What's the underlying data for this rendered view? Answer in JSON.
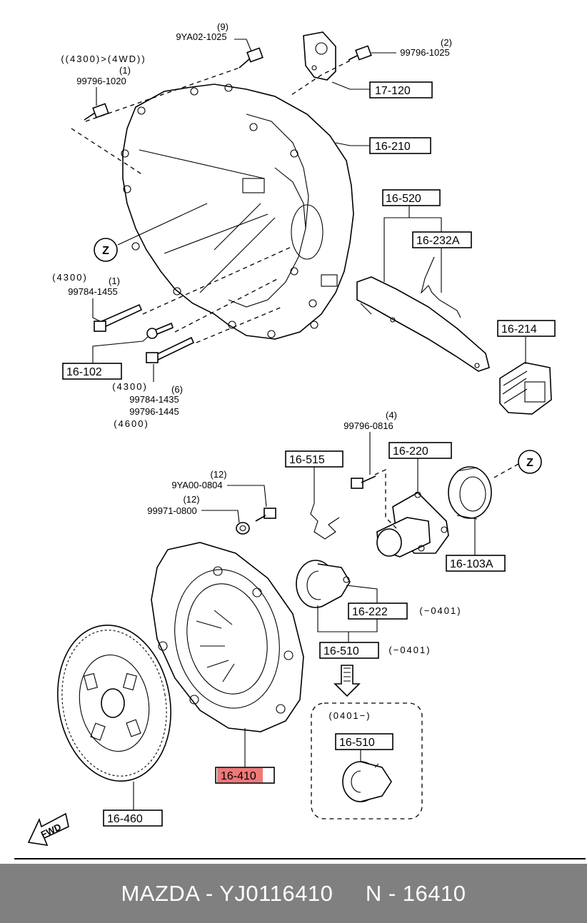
{
  "callouts": {
    "c1": "16-210",
    "c2": "17-120",
    "c3": "16-520",
    "c4": "16-232A",
    "c5": "16-214",
    "c6": "16-102",
    "c7": "16-515",
    "c8": "16-220",
    "c9": "16-103A",
    "c10": "16-222",
    "c11": "16-510",
    "c12": "16-510",
    "c13": "16-410",
    "c14": "16-460"
  },
  "highlight_color": "#f07878",
  "notes": {
    "n1_qty": "(9)",
    "n1_part": "9YA02-1025",
    "n2_qty": "(2)",
    "n2_part": "99796-1025",
    "n3_cond": "((4300)>(4WD))",
    "n3_qty": "(1)",
    "n3_part": "99796-1020",
    "n4_cond": "(4300)",
    "n4_qty": "(1)",
    "n4_part": "99784-1455",
    "n5_cond": "(4300)",
    "n5_qty": "(6)",
    "n5_part": "99784-1435",
    "n6_part": "99796-1445",
    "n6_cond": "(4600)",
    "n7_qty": "(4)",
    "n7_part": "99796-0816",
    "n8_qty": "(12)",
    "n8_part": "9YA00-0804",
    "n9_qty": "(12)",
    "n9_part": "99971-0800",
    "n10_range": "(−0401)",
    "n11_range": "(−0401)",
    "n12_range": "(0401−)",
    "z_mark": "Z",
    "fwd": "FWD"
  },
  "footer": {
    "text": "MAZDA - YJ0116410     N - 16410"
  }
}
